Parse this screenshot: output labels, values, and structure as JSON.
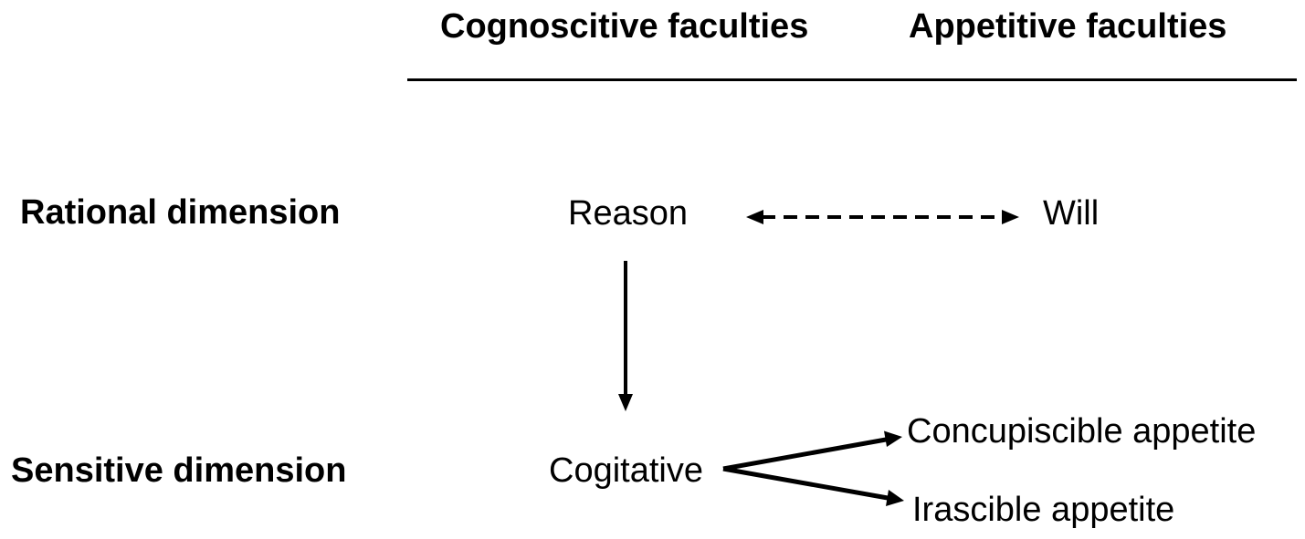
{
  "columns": {
    "cognoscitive": "Cognoscitive faculties",
    "appetitive": "Appetitive faculties"
  },
  "rows": {
    "rational": "Rational dimension",
    "sensitive": "Sensitive dimension"
  },
  "nodes": {
    "reason": "Reason",
    "will": "Will",
    "cogitative": "Cogitative",
    "concupiscible": "Concupiscible appetite",
    "irascible": "Irascible appetite"
  },
  "edges": [
    {
      "from": "reason",
      "to": "will",
      "style": "dashed",
      "direction": "both"
    },
    {
      "from": "reason",
      "to": "cogitative",
      "style": "solid",
      "direction": "forward"
    },
    {
      "from": "cogitative",
      "to": "concupiscible",
      "style": "solid",
      "direction": "forward"
    },
    {
      "from": "cogitative",
      "to": "irascible",
      "style": "solid",
      "direction": "forward"
    }
  ]
}
